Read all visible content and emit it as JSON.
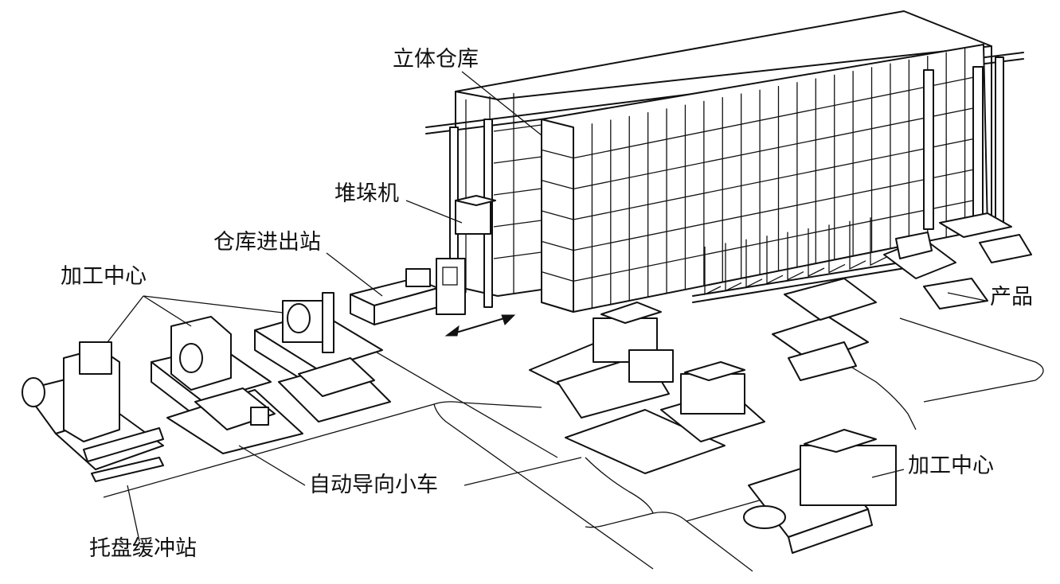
{
  "labels": {
    "warehouse": "立体仓库",
    "stacker": "堆垛机",
    "station": "仓库进出站",
    "center_left": "加工中心",
    "product": "产品",
    "agv": "自动导向小车",
    "center_right": "加工中心",
    "buffer": "托盘缓冲站"
  }
}
